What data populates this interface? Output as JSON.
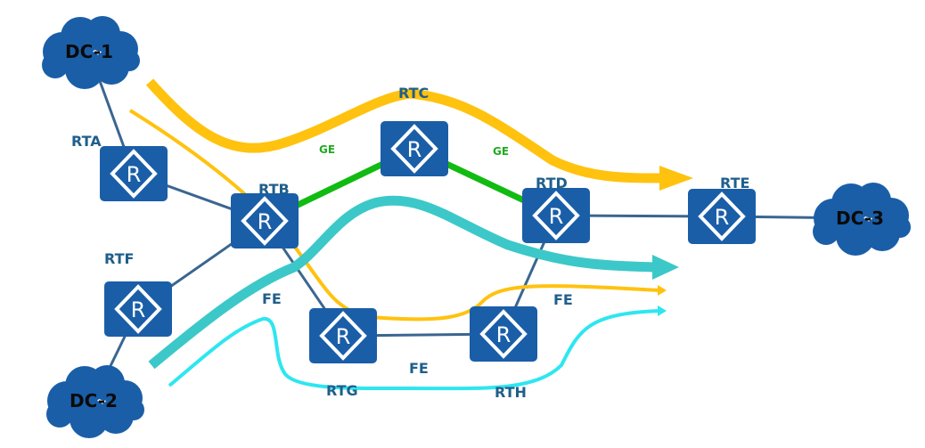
{
  "colors": {
    "router": "#1a5ea8",
    "link": "#3a6690",
    "ge_link": "#11bb11",
    "yellow": "#ffc20e",
    "teal": "#3cc8c8",
    "cyan": "#2ee6f0",
    "cloud": "#1a5ea8"
  },
  "routers": [
    {
      "id": "RTA",
      "label": "RTA",
      "icon": "router-icon"
    },
    {
      "id": "RTB",
      "label": "RTB",
      "icon": "router-icon"
    },
    {
      "id": "RTC",
      "label": "RTC",
      "icon": "router-icon"
    },
    {
      "id": "RTD",
      "label": "RTD",
      "icon": "router-icon"
    },
    {
      "id": "RTE",
      "label": "RTE",
      "icon": "router-icon"
    },
    {
      "id": "RTF",
      "label": "RTF",
      "icon": "router-icon"
    },
    {
      "id": "RTG",
      "label": "RTG",
      "icon": "router-icon"
    },
    {
      "id": "RTH",
      "label": "RTH",
      "icon": "router-icon"
    }
  ],
  "clouds": [
    {
      "id": "DC-1",
      "label": "DC-1",
      "icon": "cloud-icon"
    },
    {
      "id": "DC-2",
      "label": "DC-2",
      "icon": "cloud-icon"
    },
    {
      "id": "DC-3",
      "label": "DC-3",
      "icon": "cloud-icon"
    }
  ],
  "links": [
    {
      "from": "DC-1",
      "to": "RTA"
    },
    {
      "from": "RTA",
      "to": "RTB"
    },
    {
      "from": "RTB",
      "to": "RTC",
      "type": "GE"
    },
    {
      "from": "RTC",
      "to": "RTD",
      "type": "GE"
    },
    {
      "from": "RTD",
      "to": "RTE"
    },
    {
      "from": "RTE",
      "to": "DC-3"
    },
    {
      "from": "RTF",
      "to": "RTB"
    },
    {
      "from": "DC-2",
      "to": "RTF"
    },
    {
      "from": "RTB",
      "to": "RTG"
    },
    {
      "from": "RTG",
      "to": "RTH"
    },
    {
      "from": "RTH",
      "to": "RTD"
    }
  ],
  "link_labels": {
    "ge1": "GE",
    "ge2": "GE",
    "fe1": "FE",
    "fe2": "FE",
    "fe3": "FE"
  }
}
